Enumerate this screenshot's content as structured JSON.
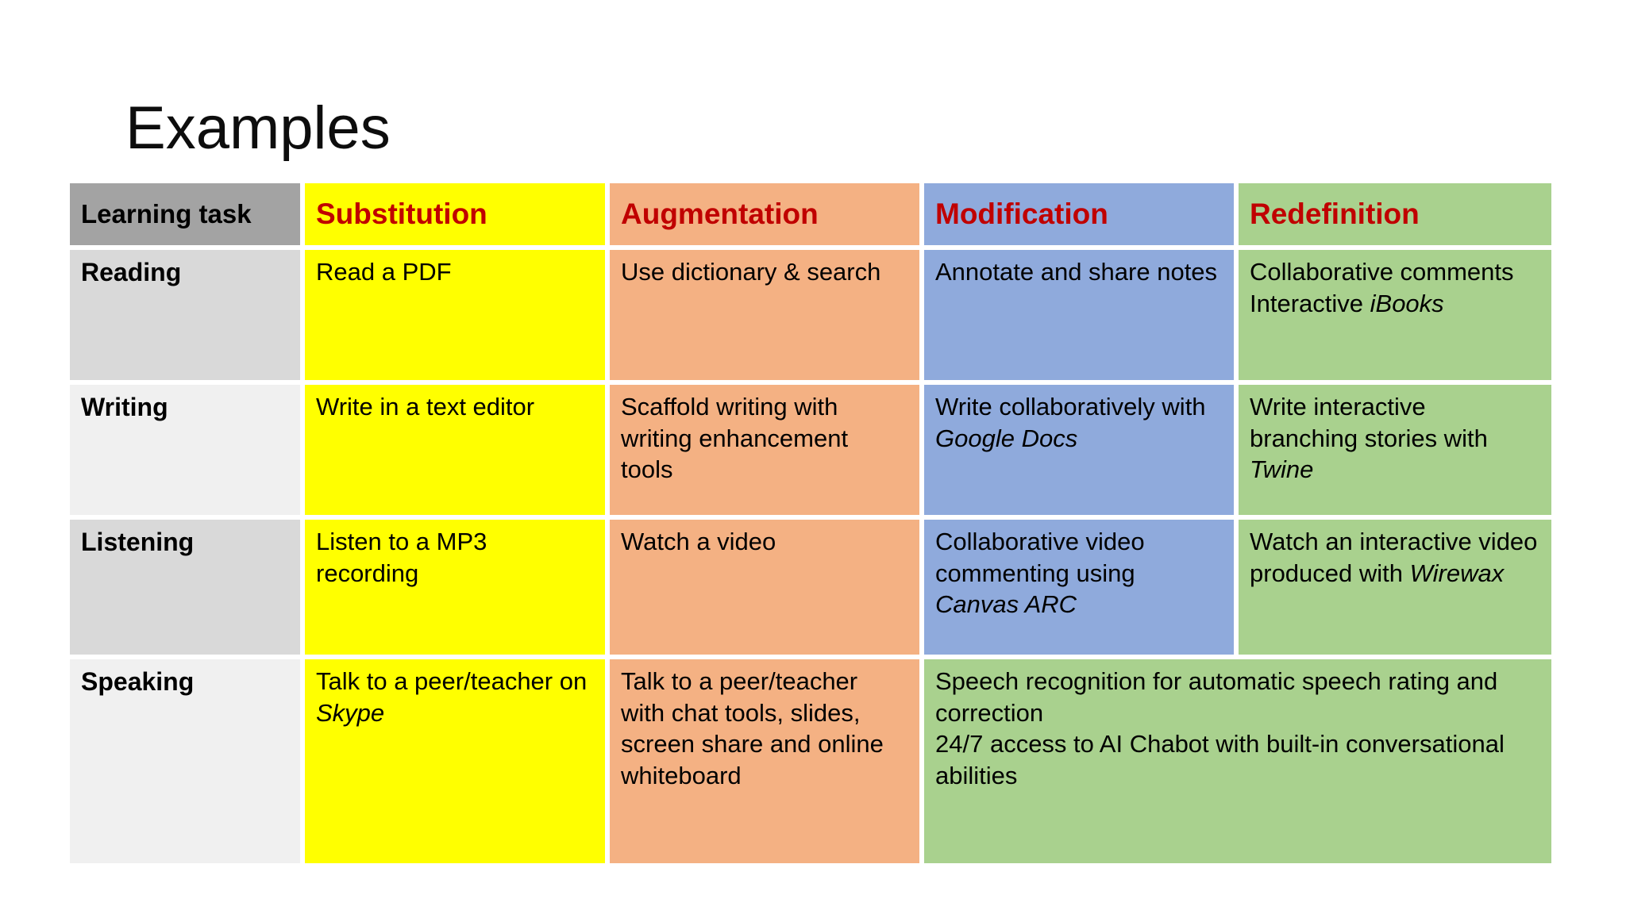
{
  "title": "Examples",
  "colors": {
    "yellow": "#FFFF00",
    "orange": "#F4B183",
    "blue": "#8FAADC",
    "green": "#A9D18E",
    "header_gray": "#A3A3A3",
    "band_dark": "#D9D9D9",
    "band_light": "#F0F0F0",
    "header_text_red": "#C00000",
    "body_text": "#000000"
  },
  "table": {
    "columns": [
      "learning-task",
      "substitution",
      "augmentation",
      "modification",
      "redefinition"
    ],
    "header": [
      {
        "text": "Learning task",
        "bg": "header_gray",
        "fg": "body_text"
      },
      {
        "text": "Substitution",
        "bg": "yellow",
        "fg": "header_text_red"
      },
      {
        "text": "Augmentation",
        "bg": "orange",
        "fg": "header_text_red"
      },
      {
        "text": "Modification",
        "bg": "blue",
        "fg": "header_text_red"
      },
      {
        "text": "Redefinition",
        "bg": "green",
        "fg": "header_text_red"
      }
    ],
    "rows": [
      {
        "label": "Reading",
        "label_bg": "band_dark",
        "cells": [
          {
            "bg": "yellow",
            "segments": [
              {
                "t": "Read a PDF"
              }
            ]
          },
          {
            "bg": "orange",
            "segments": [
              {
                "t": "Use dictionary & search"
              }
            ]
          },
          {
            "bg": "blue",
            "segments": [
              {
                "t": "Annotate and share notes"
              }
            ]
          },
          {
            "bg": "green",
            "segments": [
              {
                "t": "Collaborative comments\nInteractive "
              },
              {
                "t": "iBooks",
                "i": true
              }
            ]
          }
        ]
      },
      {
        "label": "Writing",
        "label_bg": "band_light",
        "cells": [
          {
            "bg": "yellow",
            "segments": [
              {
                "t": "Write in a text editor"
              }
            ]
          },
          {
            "bg": "orange",
            "segments": [
              {
                "t": "Scaffold writing with writing enhancement tools"
              }
            ]
          },
          {
            "bg": "blue",
            "segments": [
              {
                "t": "Write collaboratively with "
              },
              {
                "t": "Google Docs",
                "i": true
              }
            ]
          },
          {
            "bg": "green",
            "segments": [
              {
                "t": "Write interactive branching stories with "
              },
              {
                "t": "Twine",
                "i": true
              }
            ]
          }
        ]
      },
      {
        "label": "Listening",
        "label_bg": "band_dark",
        "cells": [
          {
            "bg": "yellow",
            "segments": [
              {
                "t": "Listen to a MP3 recording"
              }
            ]
          },
          {
            "bg": "orange",
            "segments": [
              {
                "t": "Watch a video"
              }
            ]
          },
          {
            "bg": "blue",
            "segments": [
              {
                "t": "Collaborative video commenting using\n"
              },
              {
                "t": "Canvas ARC",
                "i": true
              }
            ]
          },
          {
            "bg": "green",
            "segments": [
              {
                "t": "Watch an interactive video produced with "
              },
              {
                "t": "Wirewax",
                "i": true
              }
            ]
          }
        ]
      },
      {
        "label": "Speaking",
        "label_bg": "band_light",
        "cells": [
          {
            "bg": "yellow",
            "segments": [
              {
                "t": "Talk to a peer/teacher on "
              },
              {
                "t": "Skype",
                "i": true
              }
            ]
          },
          {
            "bg": "orange",
            "segments": [
              {
                "t": "Talk to a peer/teacher with chat tools, slides, screen share and online whiteboard"
              }
            ]
          },
          {
            "bg": "green",
            "span": 2,
            "segments": [
              {
                "t": "Speech recognition for automatic speech rating and correction\n24/7 access to AI Chabot with built-in conversational abilities"
              }
            ]
          }
        ]
      }
    ]
  }
}
